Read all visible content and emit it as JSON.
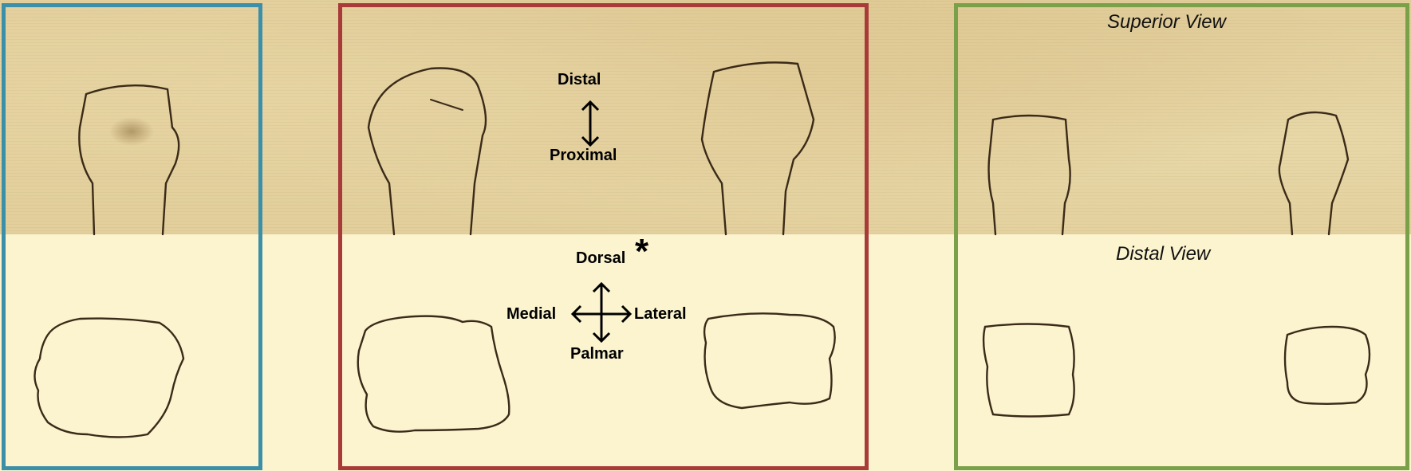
{
  "orientation_top": {
    "distal": "Distal",
    "proximal": "Proximal"
  },
  "orientation_bottom": {
    "dorsal": "Dorsal",
    "medial": "Medial",
    "lateral": "Lateral",
    "palmar": "Palmar",
    "asterisk": "*"
  },
  "views": {
    "superior": "Superior View",
    "distal": "Distal View"
  },
  "frame_colors": {
    "blue": "#3c8fa8",
    "red": "#a83a3a",
    "green": "#7aa04a"
  }
}
